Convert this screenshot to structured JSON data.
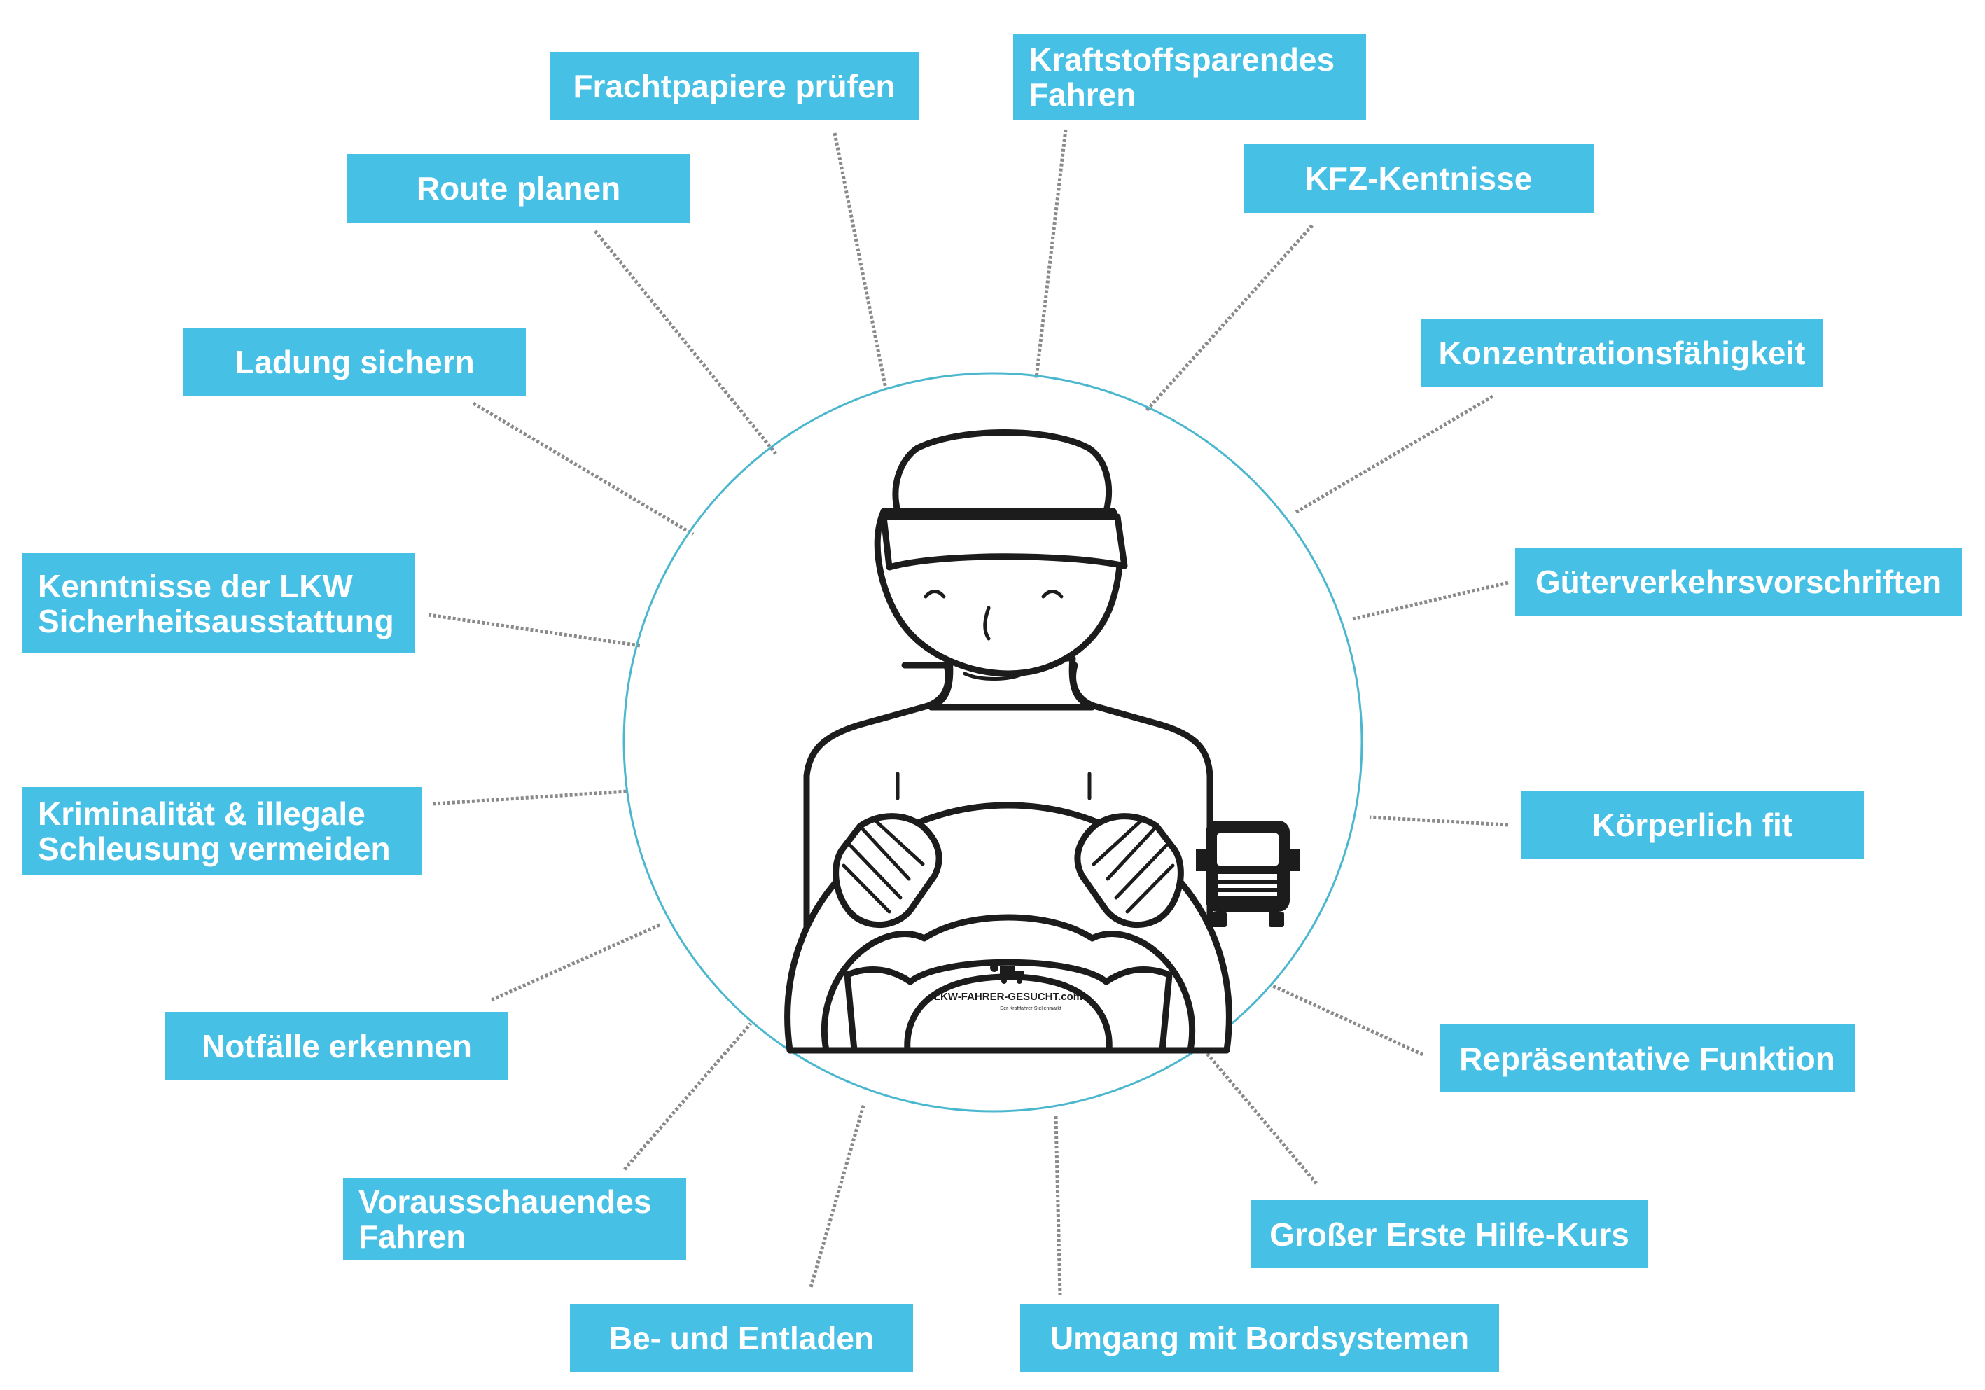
{
  "colors": {
    "box": "#47c0e6",
    "box_text": "#ffffff",
    "circle": "#4bb7cf",
    "connector": "#8a8a8a",
    "ink": "#1c1c1c"
  },
  "labels": [
    {
      "id": "frachtpapiere",
      "lines": [
        "Frachtpapiere prüfen"
      ]
    },
    {
      "id": "kraftstoff",
      "lines": [
        "Kraftstoffsparendes",
        "Fahren"
      ]
    },
    {
      "id": "route",
      "lines": [
        "Route planen"
      ]
    },
    {
      "id": "kfz",
      "lines": [
        "KFZ-Kentnisse"
      ]
    },
    {
      "id": "ladung",
      "lines": [
        "Ladung sichern"
      ]
    },
    {
      "id": "konzentration",
      "lines": [
        "Konzentrationsfähigkeit"
      ]
    },
    {
      "id": "kenntnisse",
      "lines": [
        "Kenntnisse der LKW",
        "Sicherheitsausstattung"
      ]
    },
    {
      "id": "gueter",
      "lines": [
        "Güterverkehrsvorschriften"
      ]
    },
    {
      "id": "kriminalitaet",
      "lines": [
        "Kriminalität & illegale",
        "Schleusung vermeiden"
      ]
    },
    {
      "id": "koerperlich",
      "lines": [
        "Körperlich fit"
      ]
    },
    {
      "id": "notfaelle",
      "lines": [
        "Notfälle erkennen"
      ]
    },
    {
      "id": "repraesentativ",
      "lines": [
        "Repräsentative Funktion"
      ]
    },
    {
      "id": "vorausschauend",
      "lines": [
        "Vorausschauendes",
        "Fahren"
      ]
    },
    {
      "id": "erstehilfe",
      "lines": [
        "Großer Erste Hilfe-Kurs"
      ]
    },
    {
      "id": "beentladen",
      "lines": [
        "Be- und Entladen"
      ]
    },
    {
      "id": "bordsysteme",
      "lines": [
        "Umgang mit Bordsystemen"
      ]
    }
  ],
  "logo": {
    "brand": "LKW-FAHRER-GESUCHT.com",
    "tagline": "Der Kraftfahrer-Stellenmarkt"
  },
  "icons": {
    "driver": "truck-driver-icon",
    "truck": "truck-icon",
    "logo": "lkw-fahrer-gesucht-logo"
  }
}
